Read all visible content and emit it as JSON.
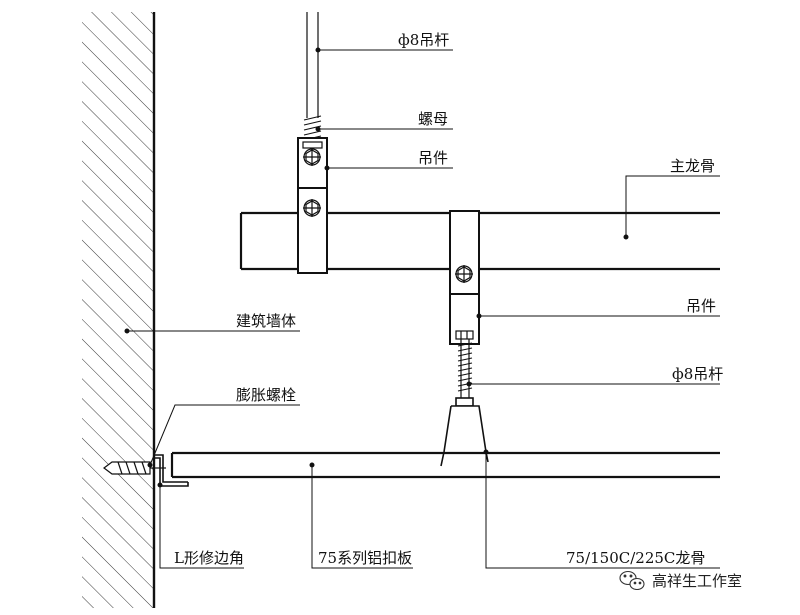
{
  "labels": {
    "top_rod": "ф8吊杆",
    "nut": "螺母",
    "hanger_top": "吊件",
    "main_keel": "主龙骨",
    "hanger_mid": "吊件",
    "mid_rod": "ф8吊杆",
    "wall": "建筑墙体",
    "expansion_bolt": "膨胀螺栓",
    "l_trim": "L形修边角",
    "panel": "75系列铝扣板",
    "c_keel": "75/150C/225C龙骨"
  },
  "watermark": {
    "text": "高祥生工作室",
    "icon": "wechat-icon"
  },
  "colors": {
    "line": "#111111",
    "background": "#ffffff"
  }
}
